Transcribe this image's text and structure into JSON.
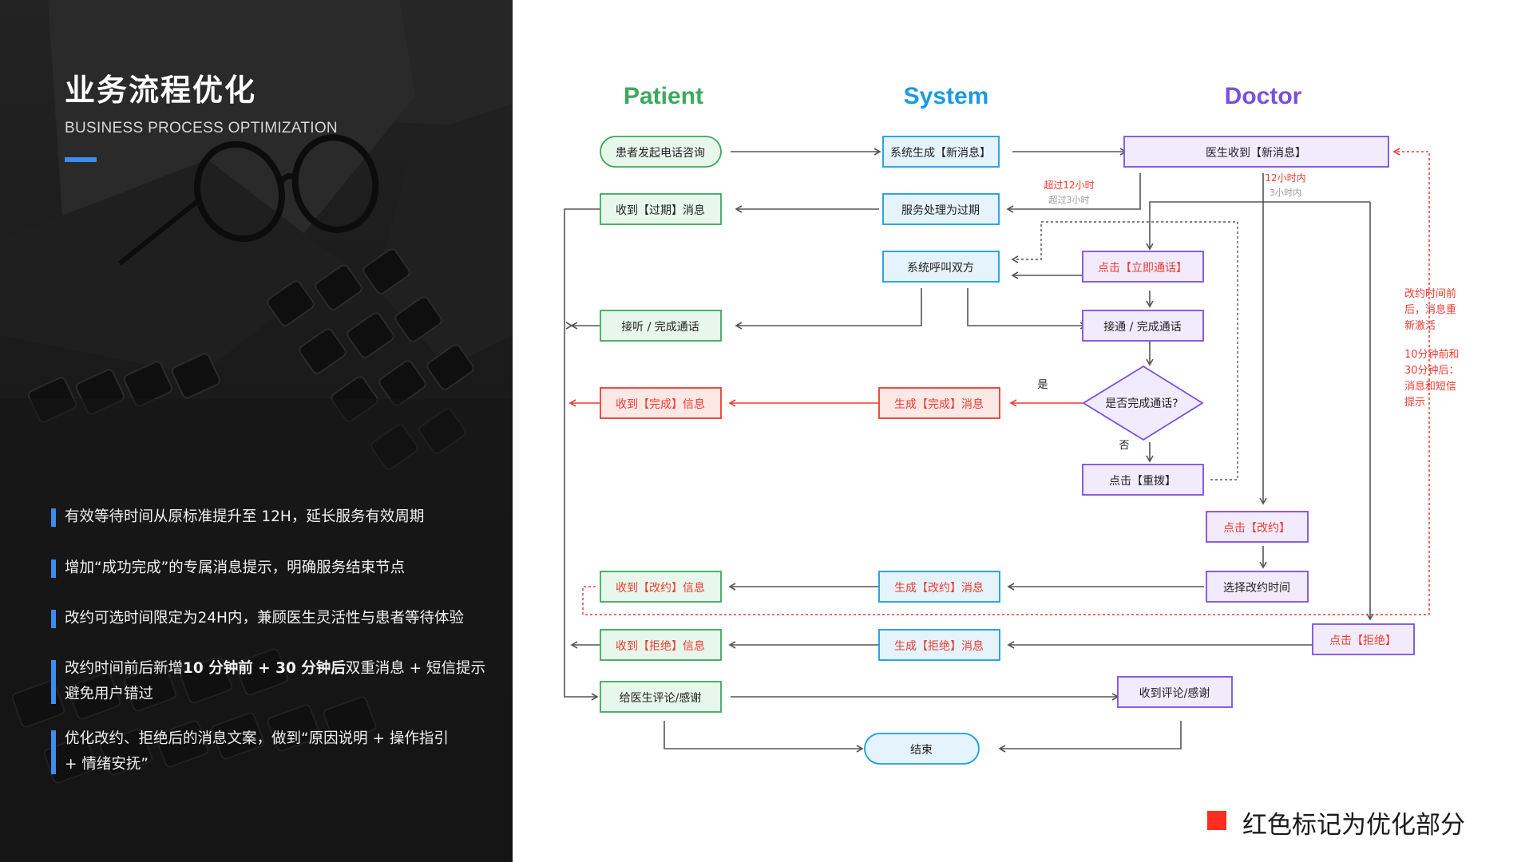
{
  "left": {
    "title": "业务流程优化",
    "subtitle": "BUSINESS PROCESS OPTIMIZATION",
    "bullets": [
      {
        "lines": [
          [
            {
              "t": "有效等待时间从原标准提升至 12H，延长服务有效周期"
            }
          ]
        ]
      },
      {
        "lines": [
          [
            {
              "t": "增加“成功完成”的专属消息提示，明确服务结束节点"
            }
          ]
        ]
      },
      {
        "lines": [
          [
            {
              "t": "改约可选时间限定为24H内，兼顾医生灵活性与患者等待体验"
            }
          ]
        ]
      },
      {
        "lines": [
          [
            {
              "t": "改约时间前后新增"
            },
            {
              "t": "10 分钟前 + 30 分钟后",
              "b": true
            },
            {
              "t": "双重消息 + 短信提示"
            }
          ],
          [
            {
              "t": "避免用户错过"
            }
          ]
        ]
      },
      {
        "lines": [
          [
            {
              "t": "优化改约、拒绝后的消息文案，做到“原因说明 + 操作指引"
            }
          ],
          [
            {
              "t": " + 情绪安抚”"
            }
          ]
        ]
      }
    ]
  },
  "lanes": {
    "patient": "Patient",
    "system": "System",
    "doctor": "Doctor"
  },
  "colors": {
    "patient": "#3aaa5c",
    "system": "#1a9be0",
    "doctor": "#7b4fe0",
    "red": "#ee3b30"
  },
  "nodes": {
    "p_start": "患者发起电话咨询",
    "p_expired": "收到【过期】消息",
    "p_answer": "接听 / 完成通话",
    "p_done": "收到【完成】信息",
    "p_resched": "收到【改约】信息",
    "p_reject": "收到【拒绝】信息",
    "p_review": "给医生评论/感谢",
    "s_newmsg": "系统生成【新消息】",
    "s_expire": "服务处理为过期",
    "s_call": "系统呼叫双方",
    "s_done": "生成【完成】消息",
    "s_resched": "生成【改约】消息",
    "s_reject": "生成【拒绝】消息",
    "s_end": "结束",
    "d_recv": "医生收到【新消息】",
    "d_call": "点击【立即通话】",
    "d_connect": "接通 / 完成通话",
    "d_decision": "是否完成通话?",
    "d_redial": "点击【重拨】",
    "d_resched": "点击【改约】",
    "d_picktime": "选择改约时间",
    "d_reject": "点击【拒绝】",
    "d_review": "收到评论/感谢"
  },
  "notes": {
    "over12": "超过12小时",
    "over3": "超过3小时",
    "within12": "12小时内",
    "within3": "3小时内",
    "yes": "是",
    "no": "否",
    "side_note_1": [
      "改约时间前",
      "后，消息重",
      "新激活"
    ],
    "side_note_2": [
      "10分钟前和",
      "30分钟后：",
      "消息和短信",
      "提示"
    ]
  },
  "legend": "红色标记为优化部分"
}
